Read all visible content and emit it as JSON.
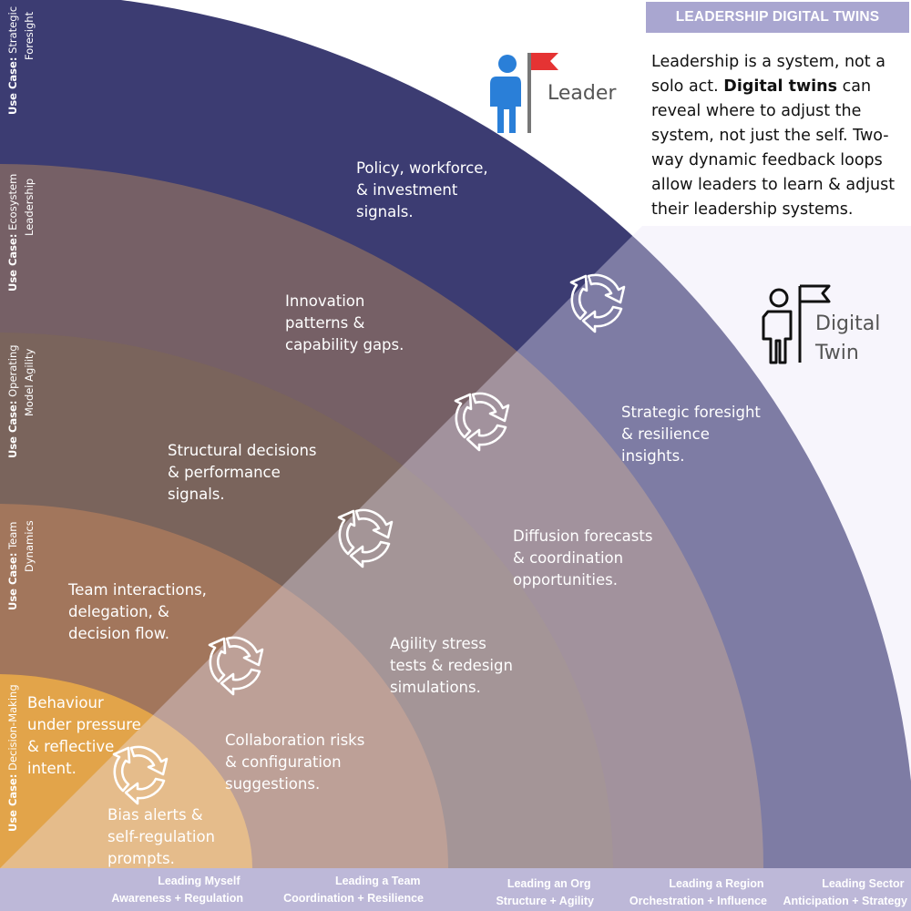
{
  "title": "LEADERSHIP DIGITAL TWINS",
  "intro": {
    "part1": "Leadership is a system, not a solo act. ",
    "bold": "Digital twins",
    "part2": " can reveal where to adjust the system, not just the self. Two-way dynamic feedback loops allow leaders to learn & adjust their leadership systems."
  },
  "actors": {
    "leader": "Leader",
    "twin_line1": "Digital",
    "twin_line2": "Twin"
  },
  "icons": {
    "leader": "leader-flag-icon",
    "twin": "digital-twin-flag-icon",
    "loop": "feedback-loop-icon"
  },
  "colors": {
    "ring_strategic": "#3c3c72",
    "ring_ecosystem": "#766066",
    "ring_operating": "#7a645c",
    "ring_team": "#a2765c",
    "ring_decision": "#e2a44a",
    "twin_overlay": "#e9e6f6",
    "title_box": "#a9a6d0",
    "footer": "#bdb8d8"
  },
  "rings": [
    {
      "key": "strategic",
      "usecase_bold": "Use Case:",
      "usecase_text": " Strategic",
      "usecase_line2": "Foresight",
      "level_line1": "Leading  Sector",
      "level_line2": "Anticipation + Strategy",
      "leader_text": [
        "Policy, workforce,",
        "& investment",
        "signals."
      ],
      "twin_text": [
        "Strategic foresight",
        "& resilience",
        "insights."
      ]
    },
    {
      "key": "ecosystem",
      "usecase_bold": "Use Case:",
      "usecase_text": " Ecosystem",
      "usecase_line2": "Leadership",
      "level_line1": "Leading a Region",
      "level_line2": "Orchestration + Influence",
      "leader_text": [
        "Innovation",
        "patterns &",
        "capability gaps."
      ],
      "twin_text": [
        "Diffusion forecasts",
        "& coordination",
        "opportunities."
      ]
    },
    {
      "key": "operating",
      "usecase_bold": "Use Case:",
      "usecase_text": " Operating",
      "usecase_line2": "Model Agility",
      "level_line1": "Leading an Org",
      "level_line2": "Structure + Agility",
      "leader_text": [
        "Structural decisions",
        "& performance",
        "signals."
      ],
      "twin_text": [
        "Agility stress",
        "tests & redesign",
        "simulations."
      ]
    },
    {
      "key": "team",
      "usecase_bold": "Use Case:",
      "usecase_text": "  Team",
      "usecase_line2": "Dynamics",
      "level_line1": "Leading a Team",
      "level_line2": "Coordination + Resilience",
      "leader_text": [
        "Team interactions,",
        "delegation, &",
        "decision flow."
      ],
      "twin_text": [
        "Collaboration risks",
        "& configuration",
        "suggestions."
      ]
    },
    {
      "key": "decision",
      "usecase_bold": "Use Case:",
      "usecase_text": " Decision-Making",
      "usecase_line2": "",
      "level_line1": "Leading Myself",
      "level_line2": "Awareness + Regulation",
      "leader_text": [
        "Behaviour",
        "under pressure",
        "& reflective",
        "intent."
      ],
      "twin_text": [
        "Bias alerts &",
        "self-regulation",
        "prompts."
      ]
    }
  ]
}
